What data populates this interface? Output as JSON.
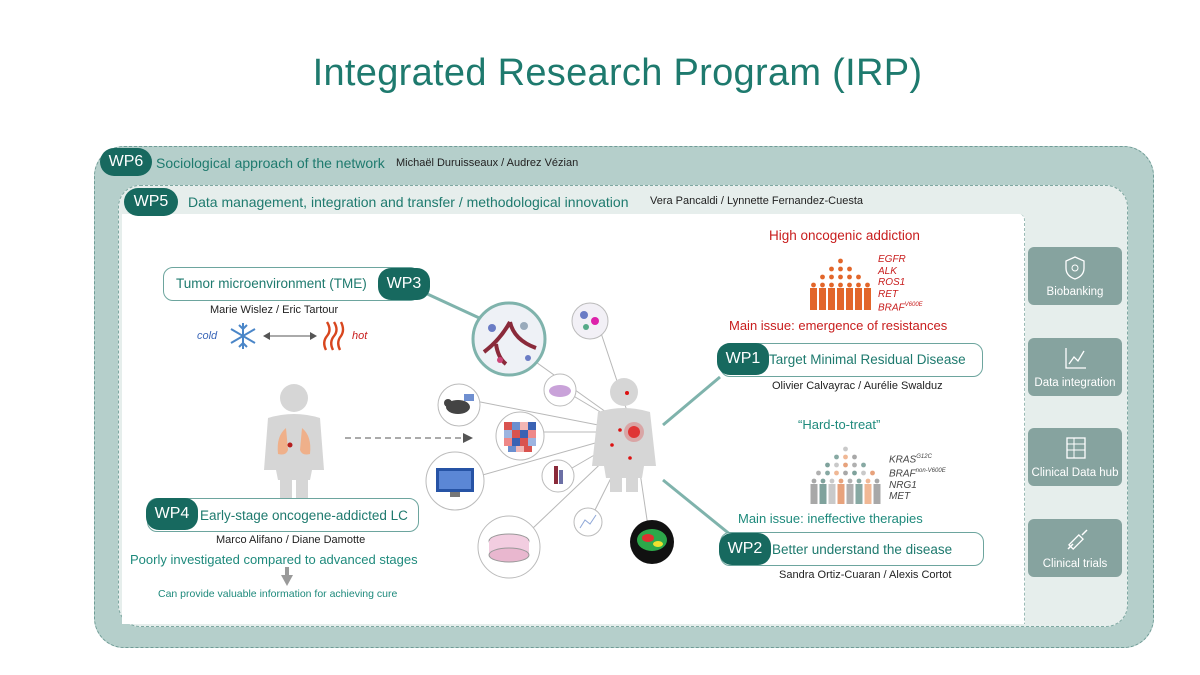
{
  "title": "Integrated Research Program (IRP)",
  "wp6": {
    "badge": "WP6",
    "title": "Sociological approach of the network",
    "names": "Michaël Duruisseaux / Audrez Vézian"
  },
  "wp5": {
    "badge": "WP5",
    "title": "Data management, integration and transfer / methodological innovation",
    "names": "Vera Pancaldi / Lynnette Fernandez-Cuesta"
  },
  "wp3": {
    "badge": "WP3",
    "title": "Tumor microenvironment (TME)",
    "names": "Marie Wislez / Eric Tartour",
    "cold": "cold",
    "hot": "hot"
  },
  "wp4": {
    "badge": "WP4",
    "title": "Early-stage oncogene-addicted LC",
    "names": "Marco Alifano / Diane Damotte",
    "note": "Poorly investigated compared to advanced stages",
    "conclusion": "Can provide valuable information for achieving cure"
  },
  "wp1": {
    "badge": "WP1",
    "title": "Target Minimal Residual Disease",
    "names": "Olivier Calvayrac / Aurélie Swalduz",
    "heading": "High oncogenic addiction",
    "issue": "Main issue: emergence of resistances",
    "genes": [
      "EGFR",
      "ALK",
      "ROS1",
      "RET",
      "BRAF"
    ],
    "braf_sup": "V600E"
  },
  "wp2": {
    "badge": "WP2",
    "title": "Better understand the disease",
    "names": "Sandra Ortiz-Cuaran / Alexis Cortot",
    "heading": "“Hard-to-treat”",
    "issue": "Main issue: ineffective therapies",
    "genes": [
      {
        "name": "KRAS",
        "sup": "G12C"
      },
      {
        "name": "BRAF",
        "sup": "non-V600E"
      },
      {
        "name": "NRG1",
        "sup": ""
      },
      {
        "name": "MET",
        "sup": ""
      }
    ]
  },
  "sidebar": {
    "items": [
      {
        "label": "Biobanking",
        "icon": "biobank-shield-icon"
      },
      {
        "label": "Data integration",
        "icon": "chart-line-icon"
      },
      {
        "label": "Clinical Data hub",
        "icon": "database-icon"
      },
      {
        "label": "Clinical trials",
        "icon": "syringe-icon"
      }
    ]
  },
  "colors": {
    "teal_dark": "#17695f",
    "teal_text": "#1e7a6e",
    "frame": "#b5cfcb",
    "red": "#c81d1d",
    "orange": "#e2662a"
  }
}
